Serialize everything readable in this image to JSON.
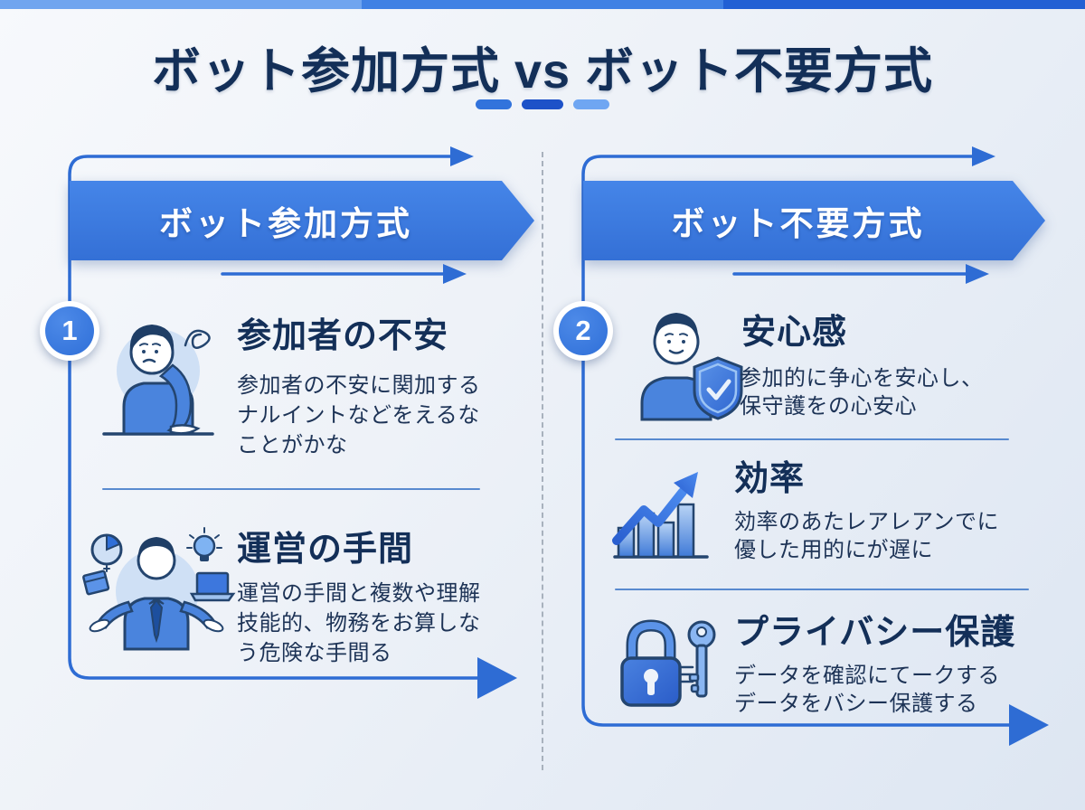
{
  "page": {
    "title": "ボット参加方式 vs ボット不要方式"
  },
  "columns": [
    {
      "id": "bot-participation",
      "badge": "1",
      "banner": "ボット参加方式",
      "sections": [
        {
          "icon": "worried-person-illustration",
          "title": "参加者の不安",
          "body": "参加者の不安に関加する\nナルイントなどをえるな\nことがかな"
        },
        {
          "icon": "juggling-tasks-illustration",
          "title": "運営の手間",
          "body": "運営の手間と複数や理解\n技能的、物務をお算しな\nう危険な手間る"
        }
      ]
    },
    {
      "id": "bot-free",
      "badge": "2",
      "banner": "ボット不要方式",
      "sections": [
        {
          "icon": "person-shield-illustration",
          "title": "安心感",
          "body": "参加的に争心を安心し、\n保守護をの心安心"
        },
        {
          "icon": "growth-chart-icon",
          "title": "効率",
          "body": "効率のあたレアレアンでに\n優した用的にが遅に"
        },
        {
          "icon": "lock-key-icon",
          "title": "プライバシー保護",
          "body": "データを確認にてークする\nデータをバシー保護する"
        }
      ]
    }
  ],
  "colors": {
    "accent": "#2e6cd4",
    "banner_blue": "#3b7ce0",
    "badge_blue": "#2f6fd8",
    "title_navy": "#132f58",
    "body_navy": "#1d3356",
    "dash_medium": "#3273dc",
    "dash_dark": "#1d52c8",
    "dash_light": "#6fa6f2",
    "topbar_left": "#70a5ef",
    "topbar_mid": "#4081e4",
    "topbar_right": "#2260d4",
    "divider_dashed": "#a8b1bd"
  }
}
